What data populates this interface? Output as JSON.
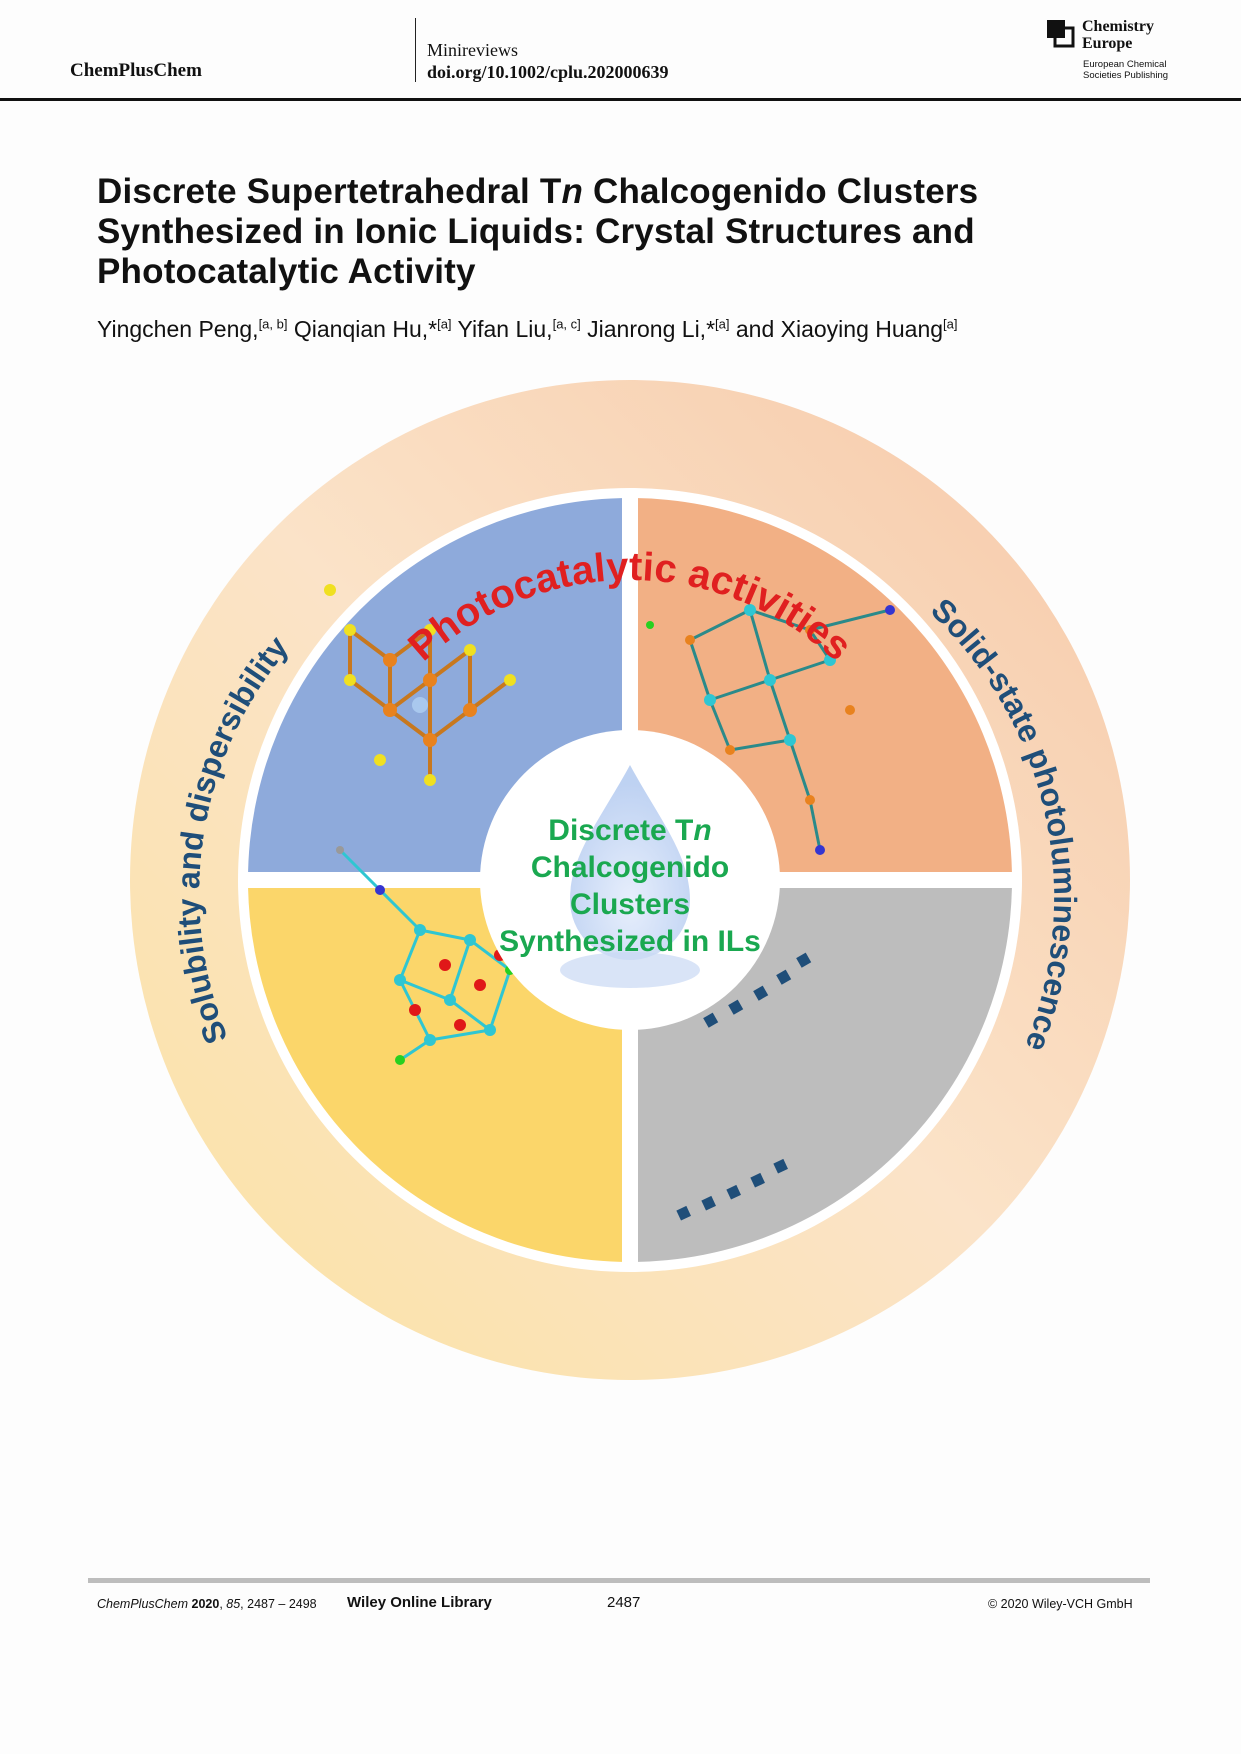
{
  "header": {
    "journal": "ChemPlusChem",
    "section": "Minireviews",
    "doi": "doi.org/10.1002/cplu.202000639",
    "publisher_logo": {
      "name_line1": "Chemistry",
      "name_line2": "Europe",
      "sub_line1": "European Chemical",
      "sub_line2": "Societies Publishing"
    }
  },
  "article": {
    "title_pre": "Discrete Supertetrahedral T",
    "title_italic": "n",
    "title_post": " Chalcogenido Clusters Synthesized in Ionic Liquids: Crystal Structures and Photocatalytic Activity",
    "authors": [
      {
        "name": "Yingchen Peng,",
        "aff": "[a, b]"
      },
      {
        "name": "Qianqian Hu,*",
        "aff": "[a]"
      },
      {
        "name": "Yifan Liu,",
        "aff": "[a, c]"
      },
      {
        "name": "Jianrong Li,*",
        "aff": "[a]"
      },
      {
        "name": "and Xiaoying Huang",
        "aff": "[a]"
      }
    ]
  },
  "figure": {
    "ring_top": "Photocatalytic activities",
    "ring_left": "Solubility and dispersibility",
    "ring_right": "Solid-state photoluminescence",
    "center_line1_pre": "Discrete T",
    "center_line1_italic": "n",
    "center_line2": "Chalcogenido",
    "center_line3": "Clusters",
    "center_line4": "Synthesized in ILs",
    "colors": {
      "quadrant_tl": "#8eaadb",
      "quadrant_tr": "#f2b085",
      "quadrant_bl": "#fbd66a",
      "quadrant_br": "#bdbdbd",
      "ring_text_top": "#e02020",
      "ring_text_side": "#1f4e79",
      "center_text": "#1aa850"
    }
  },
  "footer": {
    "citation_journal": "ChemPlusChem",
    "citation_year": "2020",
    "citation_volume": "85",
    "citation_pages": "2487 – 2498",
    "library": "Wiley Online Library",
    "page": "2487",
    "copyright": "© 2020 Wiley-VCH GmbH"
  }
}
